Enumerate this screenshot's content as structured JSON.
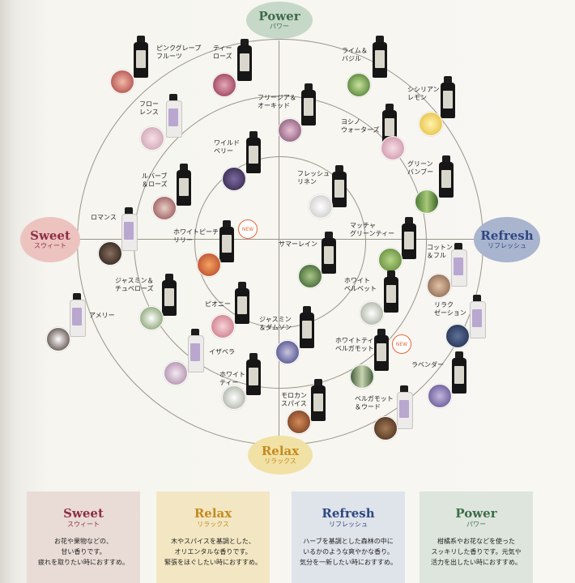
{
  "hubs": {
    "power": {
      "en": "Power",
      "jp": "パワー",
      "color": "#c6d8c8"
    },
    "sweet": {
      "en": "Sweet",
      "jp": "スウィート",
      "color": "#ecc3bf"
    },
    "refresh": {
      "en": "Refresh",
      "jp": "リフレッシュ",
      "color": "#a9b4cf"
    },
    "relax": {
      "en": "Relax",
      "jp": "リラックス",
      "color": "#f1e1a4"
    }
  },
  "fragrances": {
    "pink_grapefruit": "ピンクグレープ\nフルーツ",
    "tea_rose": "ティー\nローズ",
    "lime_basil": "ライム＆\nバジル",
    "sicilian_lemon": "シシリアン\nレモン",
    "freesia_orchid": "フリージア＆\nオーキッド",
    "florence": "フロー\nレンス",
    "yoshino_water": "ヨシノ\nウォーターズ",
    "wild_berry": "ワイルド\nベリー",
    "green_bamboo": "グリーン\nバンブー",
    "rhubarb_rose": "ルバーブ\n＆ローズ",
    "fresh_linen": "フレッシュ\nリネン",
    "romance": "ロマンス",
    "white_peach_lily": "ホワイトピーチ＆\nリリー",
    "matcha_green_tea": "マッチャ\nグリーンティー",
    "summer_rain": "サマーレイン",
    "cotton_flower": "コットン\n＆フル",
    "jasmine_tuberose": "ジャスミン＆\nチュベローズ",
    "white_velvet": "ホワイト\nベルベット",
    "peony": "ピオニー",
    "amelie": "アメリー",
    "relaxation": "リラク\nゼーション",
    "jasmine_damson": "ジャスミン\n＆ダムソン",
    "white_tea_bergamot": "ホワイトティー＆\nベルガモット",
    "isabella": "イザベラ",
    "white_tea": "ホワイト\nティー",
    "lavender": "ラベンダー",
    "moroccan_spice": "モロカン\nスパイス",
    "bergamot_wood": "ベルガモット\n＆ウード"
  },
  "badges": {
    "new": "NEW"
  },
  "cards": [
    {
      "en": "Sweet",
      "jp": "スウィート",
      "desc": "お花や果物などの、\n甘い香りです。\n疲れを取りたい時におすすめ。",
      "bg": "#e9dcd6",
      "accent": "#8e2f47"
    },
    {
      "en": "Relax",
      "jp": "リラックス",
      "desc": "木やスパイスを基調とした、\nオリエンタルな香りです。\n緊張をほぐしたい時におすすめ。",
      "bg": "#f3e7c3",
      "accent": "#c58a1f"
    },
    {
      "en": "Refresh",
      "jp": "リフレッシュ",
      "desc": "ハーブを基調とした森林の中に\nいるかのような爽やかな香り。\n気分を一新したい時におすすめ。",
      "bg": "#dfe3ea",
      "accent": "#2e4781"
    },
    {
      "en": "Power",
      "jp": "パワー",
      "desc": "柑橘系やお花などを使った\nスッキリした香りです。元気や\n活力を出したい時におすすめ。",
      "bg": "#dde5dc",
      "accent": "#3d6c4a"
    }
  ],
  "icons": {
    "bottle": "fragrance-bottle-icon",
    "photo": "ingredient-photo"
  }
}
